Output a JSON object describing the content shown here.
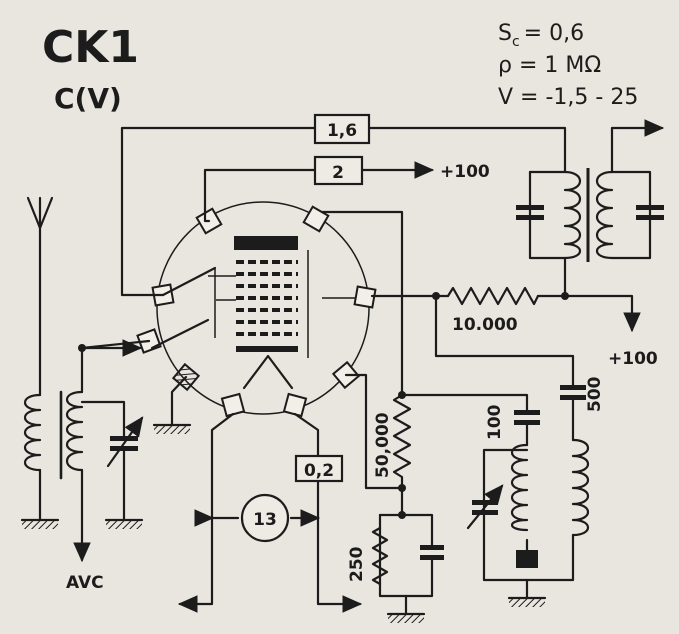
{
  "title": "CK1",
  "subtitle": "C(V)",
  "specs": {
    "sc_label": "S",
    "sc_sub": "c",
    "sc_value": "= 0,6",
    "rho": "ρ = 1 MΩ",
    "v": "V = -1,5 - 25"
  },
  "labels": {
    "box_top": "1,6",
    "box_second": "2",
    "plus100_top": "+100",
    "r_series": "10.000",
    "plus100_right": "+100",
    "r_screen": "50,000",
    "r_cathode": "250",
    "cap_100": "100",
    "cap_500": "500",
    "box_heater": "0,2",
    "heater_v": "13",
    "avc": "AVC"
  },
  "colors": {
    "paper": "#e9e6df",
    "ink": "#1c1c1c"
  }
}
